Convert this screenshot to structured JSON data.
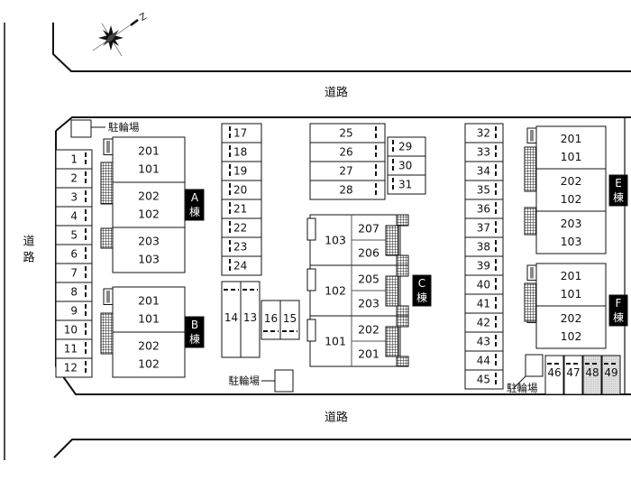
{
  "map": {
    "compass": {
      "icon": "compass-rose-icon",
      "north_label": "N"
    },
    "roads": {
      "top": "道路",
      "bottom": "道路",
      "left": "道路"
    },
    "bicycle_parking_label": "駐輪場",
    "colors": {
      "line": "#111111",
      "tag_bg": "#000000",
      "tag_text": "#ffffff",
      "shaded_space": "#d8d8d8",
      "balcony_hatch": "#333333"
    },
    "parking_left": [
      "1",
      "2",
      "3",
      "4",
      "5",
      "6",
      "7",
      "8",
      "9",
      "10",
      "11",
      "12"
    ],
    "parking_col2": [
      "17",
      "18",
      "19",
      "20",
      "21",
      "22",
      "23",
      "24"
    ],
    "parking_tall": [
      "14",
      "13"
    ],
    "parking_short": [
      "16",
      "15"
    ],
    "parking_wide": [
      "25",
      "26",
      "27",
      "28"
    ],
    "parking_small": [
      "29",
      "30",
      "31"
    ],
    "parking_right": [
      "32",
      "33",
      "34",
      "35",
      "36",
      "37",
      "38",
      "39",
      "40",
      "41",
      "42",
      "43",
      "44",
      "45"
    ],
    "parking_bottom": [
      {
        "num": "46",
        "shaded": false
      },
      {
        "num": "47",
        "shaded": false
      },
      {
        "num": "48",
        "shaded": true
      },
      {
        "num": "49",
        "shaded": true
      }
    ],
    "buildings": {
      "A": {
        "tag": "A",
        "suffix": "棟",
        "units": [
          [
            "201",
            "101"
          ],
          [
            "202",
            "102"
          ],
          [
            "203",
            "103"
          ]
        ]
      },
      "B": {
        "tag": "B",
        "suffix": "棟",
        "units": [
          [
            "201",
            "101"
          ],
          [
            "202",
            "102"
          ]
        ]
      },
      "C": {
        "tag": "C",
        "suffix": "棟",
        "rows": [
          {
            "ground": "103",
            "upper": [
              "207",
              "206"
            ]
          },
          {
            "ground": "102",
            "upper": [
              "205",
              "203"
            ]
          },
          {
            "ground": "101",
            "upper": [
              "202",
              "201"
            ]
          }
        ]
      },
      "E": {
        "tag": "E",
        "suffix": "棟",
        "units": [
          [
            "201",
            "101"
          ],
          [
            "202",
            "102"
          ],
          [
            "203",
            "103"
          ]
        ]
      },
      "F": {
        "tag": "F",
        "suffix": "棟",
        "units": [
          [
            "201",
            "101"
          ],
          [
            "202",
            "102"
          ]
        ]
      }
    }
  }
}
